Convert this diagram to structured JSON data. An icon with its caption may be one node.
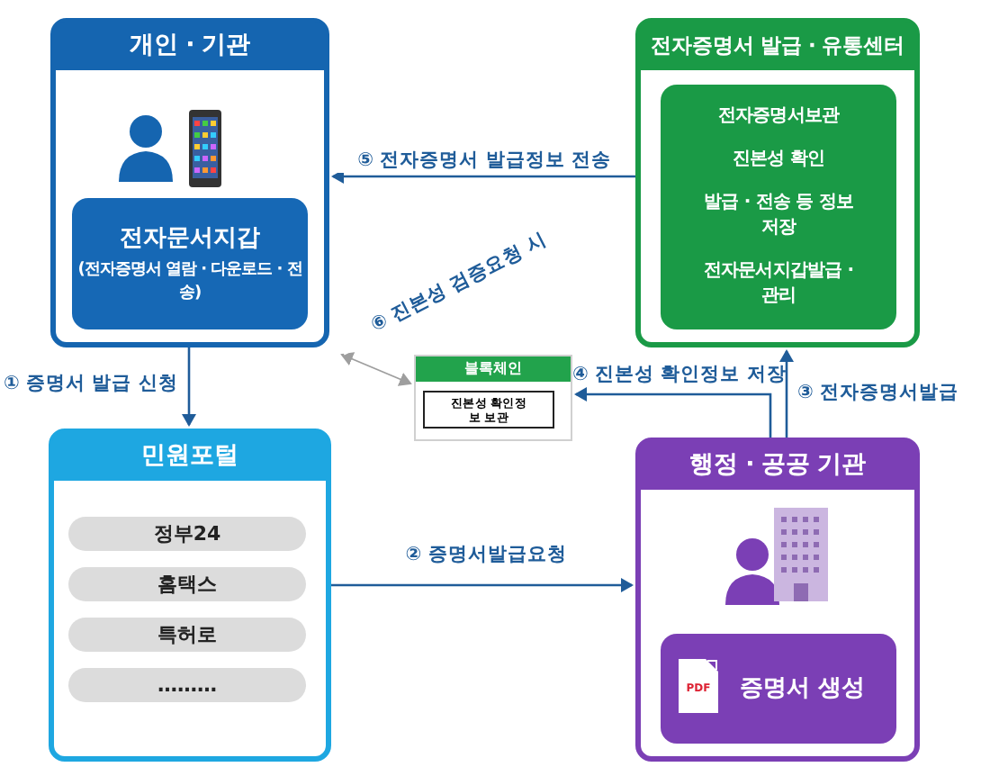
{
  "diagram": {
    "nodes": [
      {
        "text": [
          "개인 · 기관"
        ]
      },
      {
        "text": [
          "전자문서지갑",
          "(전자증명서 열람 · 다운로드 · 전송)"
        ],
        "in": 0
      },
      {
        "text": [
          "전자증명서 발급 · 유통센터"
        ]
      },
      {
        "text": [
          "전자증명서보관",
          "진본성 확인",
          "발급 · 전송 등 정보 저장",
          "전자문서지갑발급 · 관리"
        ],
        "in": 2
      },
      {
        "text": [
          "블록체인"
        ]
      },
      {
        "text": [
          "진본성 확인정보 보관"
        ],
        "in": 4
      },
      {
        "text": [
          "민원포털"
        ]
      },
      {
        "text": [
          "정부24"
        ],
        "in": 6
      },
      {
        "text": [
          "홈택스"
        ],
        "in": 6
      },
      {
        "text": [
          "특허로"
        ],
        "in": 6
      },
      {
        "text": [
          "………"
        ],
        "in": 6
      },
      {
        "text": [
          "행정 · 공공 기관"
        ]
      },
      {
        "text": [
          "증명서 생성"
        ],
        "in": 11
      }
    ],
    "edges": [
      {
        "from": 2,
        "to": 0,
        "arrow": "to",
        "label": "⑤ 전자증명서 발급정보 전송"
      },
      {
        "from": 0,
        "to": 6,
        "arrow": "to",
        "label": "① 증명서 발급 신청"
      },
      {
        "from": 6,
        "to": 11,
        "arrow": "to",
        "label": "② 증명서발급요청"
      },
      {
        "from": 11,
        "to": 2,
        "arrow": "to",
        "label": "③ 전자증명서발급"
      },
      {
        "from": 11,
        "to": 4,
        "arrow": "to",
        "label": "④ 진본성 확인정보 저장"
      },
      {
        "from": 0,
        "to": 4,
        "arrow": "both",
        "label": "⑥ 진본성 검증요청 시",
        "color": "#9e9e9e"
      }
    ],
    "labels": [
      "PDF"
    ]
  }
}
